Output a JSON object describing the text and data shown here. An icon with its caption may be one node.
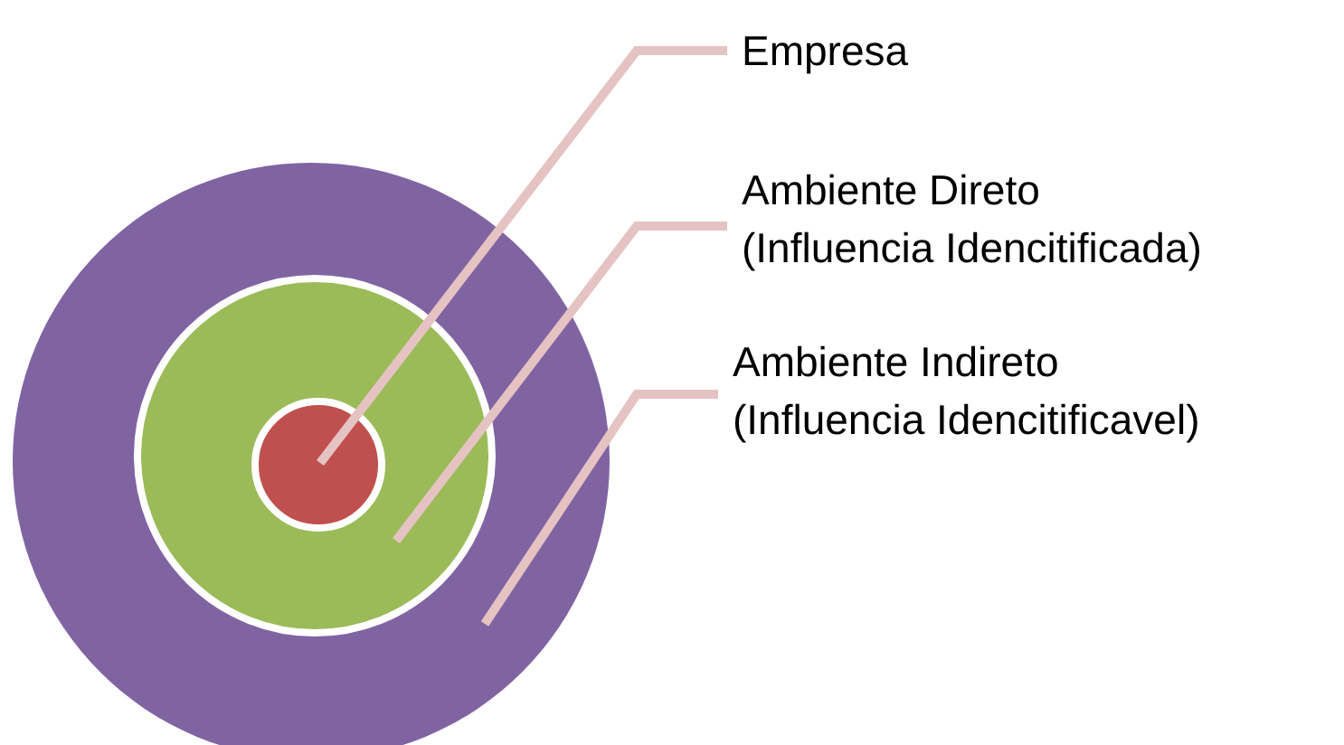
{
  "diagram": {
    "nodes": [
      {
        "text": [
          "Empresa"
        ]
      },
      {
        "text": [
          "Ambiente Direto",
          "(Influencia Idencitificada)"
        ]
      },
      {
        "text": [
          "Ambiente Indireto",
          "(Influencia Idencitificavel)"
        ]
      },
      {
        "text": [],
        "shape": "circle"
      },
      {
        "text": [],
        "shape": "circle",
        "in": 3
      },
      {
        "text": [],
        "shape": "circle",
        "in": 4
      }
    ],
    "edges": [
      {
        "from": 0,
        "to": 5,
        "arrow": "none"
      },
      {
        "from": 1,
        "to": 4,
        "arrow": "none"
      },
      {
        "from": 2,
        "to": 3,
        "arrow": "none"
      }
    ]
  }
}
